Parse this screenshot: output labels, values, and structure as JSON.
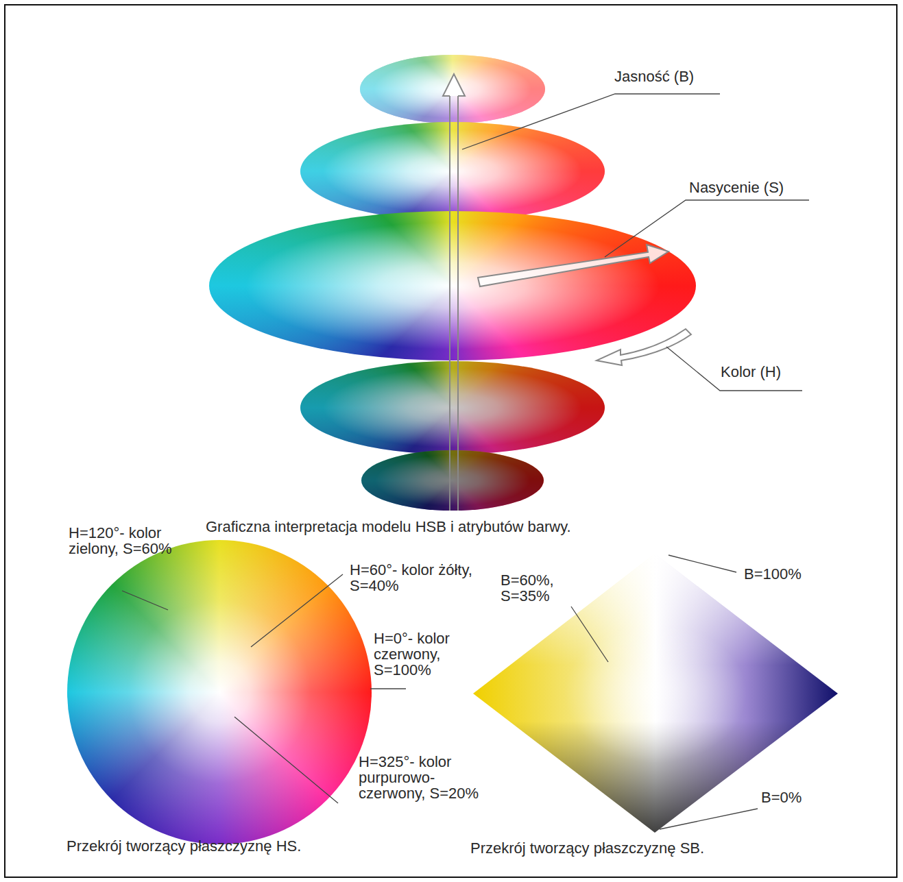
{
  "diagram": {
    "labels": [
      "Jasność (B)",
      "Nasycenie (S)",
      "Kolor (H)",
      "Graficzna interpretacja modelu HSB i atrybutów barwy.",
      "H=120°- kolor zielony, S=60%",
      "H=60°- kolor żółty, S=40%",
      "H=0°- kolor czerwony, S=100%",
      "H=325°- kolor purpurowo-czerwony, S=20%",
      "Przekrój tworzący płaszczyznę HS.",
      "B=60%, S=35%",
      "B=100%",
      "B=0%",
      "Przekrój tworzący płaszczyznę SB."
    ]
  }
}
